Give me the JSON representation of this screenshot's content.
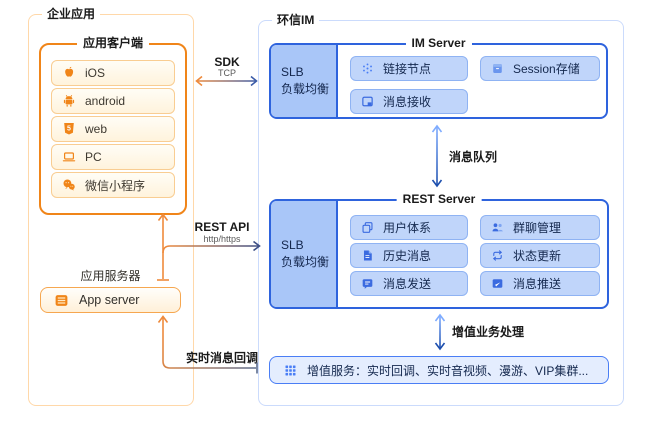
{
  "left_panel": {
    "title": "企业应用",
    "client_group": {
      "title": "应用客户端",
      "items": [
        {
          "icon": "apple-icon",
          "label": "iOS"
        },
        {
          "icon": "android-icon",
          "label": "android"
        },
        {
          "icon": "web-icon",
          "label": "web"
        },
        {
          "icon": "pc-icon",
          "label": "PC"
        },
        {
          "icon": "wechat-icon",
          "label": "微信小程序"
        }
      ]
    },
    "server_group": {
      "title": "应用服务器",
      "item": {
        "icon": "list-icon",
        "label": "App server"
      }
    }
  },
  "right_panel": {
    "title": "环信IM",
    "im_server": {
      "title": "IM Server",
      "slb": {
        "line1": "SLB",
        "line2": "负载均衡"
      },
      "items": [
        {
          "icon": "node-cluster-icon",
          "label": "链接节点"
        },
        {
          "icon": "message-receive-icon",
          "label": "消息接收"
        },
        {
          "icon": "session-storage-icon",
          "label": "Session存储"
        }
      ]
    },
    "rest_server": {
      "title": "REST Server",
      "slb": {
        "line1": "SLB",
        "line2": "负载均衡"
      },
      "items": [
        {
          "icon": "user-system-icon",
          "label": "用户体系"
        },
        {
          "icon": "history-icon",
          "label": "历史消息"
        },
        {
          "icon": "message-send-icon",
          "label": "消息发送"
        },
        {
          "icon": "group-icon",
          "label": "群聊管理"
        },
        {
          "icon": "status-sync-icon",
          "label": "状态更新"
        },
        {
          "icon": "message-push-icon",
          "label": "消息推送"
        }
      ]
    },
    "value_added": {
      "icon": "grid-icon",
      "label": "增值服务：实时回调、实时音视频、漫游、VIP集群..."
    }
  },
  "connections": {
    "sdk": {
      "label": "SDK",
      "sublabel": "TCP"
    },
    "rest_api": {
      "label": "REST API",
      "sublabel": "http/https"
    },
    "realtime_callback": {
      "label": "实时消息回调"
    },
    "message_queue": {
      "label": "消息队列"
    },
    "value_processing": {
      "label": "增值业务处理"
    }
  },
  "colors": {
    "orange_accent": "#F08519",
    "orange_light_border": "#F9CD92",
    "orange_panel_border": "#FFD8A9",
    "cream_fill": "#FFF3DC",
    "blue_border_strong": "#2E63DD",
    "blue_slb_fill": "#A9C6F8",
    "blue_item_fill": "#C0D5FA",
    "blue_item_border": "#8FB3F3",
    "blue_panel_border": "#CBDBFC",
    "blue_value_fill": "#E4EDFE",
    "blue_value_border": "#4A7EF5",
    "arrow_blue_dark": "#1D4FAE",
    "arrow_blue_light": "#7FACFF",
    "text_dark_navy": "#14284E"
  }
}
